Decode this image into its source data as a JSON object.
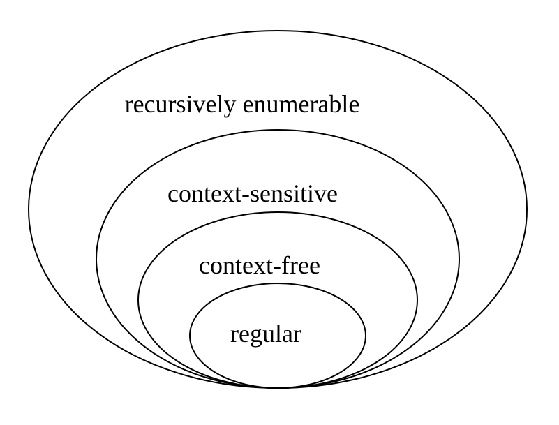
{
  "diagram": {
    "line_color": "#000000",
    "background_color": "#ffffff",
    "sets": [
      {
        "label": "recursively enumerable"
      },
      {
        "label": "context-sensitive"
      },
      {
        "label": "context-free"
      },
      {
        "label": "regular"
      }
    ]
  }
}
